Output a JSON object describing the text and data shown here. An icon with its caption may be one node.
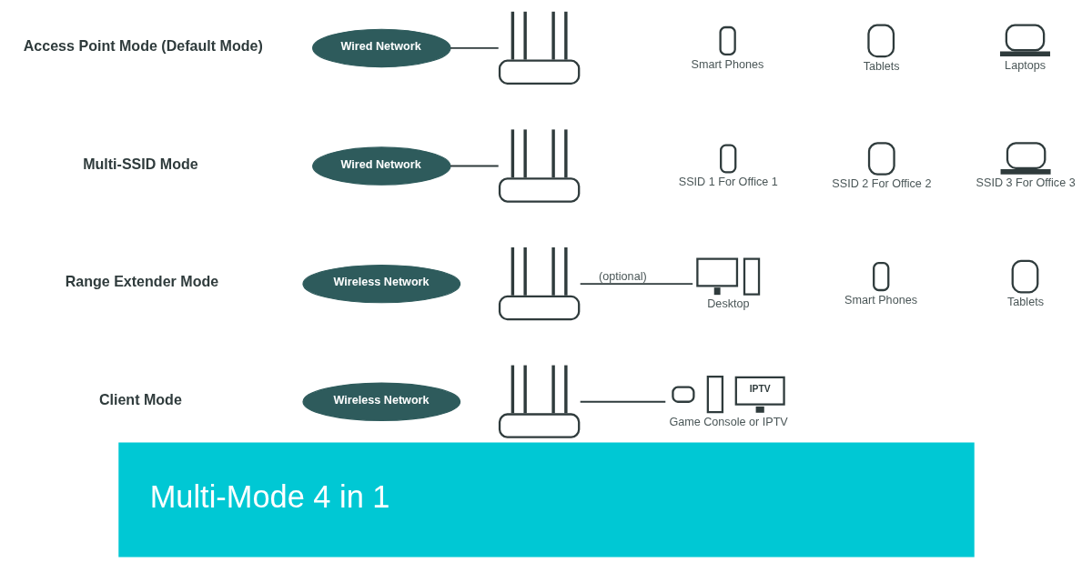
{
  "diagram": {
    "title": "Multi-Mode 4 in 1",
    "nodes": [
      {
        "text": [
          "Wired Network"
        ]
      },
      {
        "text": [],
        "shape": "picture"
      },
      {
        "text": [
          "Smart Phones"
        ]
      },
      {
        "text": [
          "Tablets"
        ]
      },
      {
        "text": [
          "Laptops"
        ]
      },
      {
        "text": [
          "Wired Network"
        ]
      },
      {
        "text": [],
        "shape": "picture"
      },
      {
        "text": [
          "SSID 1 For Office 1"
        ]
      },
      {
        "text": [
          "SSID 2 For Office 2"
        ]
      },
      {
        "text": [
          "SSID 3 For Office 3"
        ]
      },
      {
        "text": [
          "Wireless Network"
        ]
      },
      {
        "text": [],
        "shape": "picture"
      },
      {
        "text": [
          "Desktop"
        ]
      },
      {
        "text": [
          "Smart Phones"
        ]
      },
      {
        "text": [
          "Tablets"
        ]
      },
      {
        "text": [
          "Wireless Network"
        ]
      },
      {
        "text": [],
        "shape": "picture"
      },
      {
        "text": [
          "IPTV",
          "Game Console or IPTV"
        ]
      }
    ],
    "edges": [
      {
        "from": 0,
        "to": 1,
        "arrow": "none"
      },
      {
        "from": 5,
        "to": 6,
        "arrow": "none"
      },
      {
        "from": 11,
        "to": 12,
        "arrow": "none",
        "label": "(optional)"
      },
      {
        "from": 16,
        "to": 17,
        "arrow": "none"
      }
    ],
    "labels": [
      "Access Point Mode (Default Mode)",
      "Multi-SSID Mode",
      "Range Extender Mode",
      "Client Mode"
    ]
  }
}
